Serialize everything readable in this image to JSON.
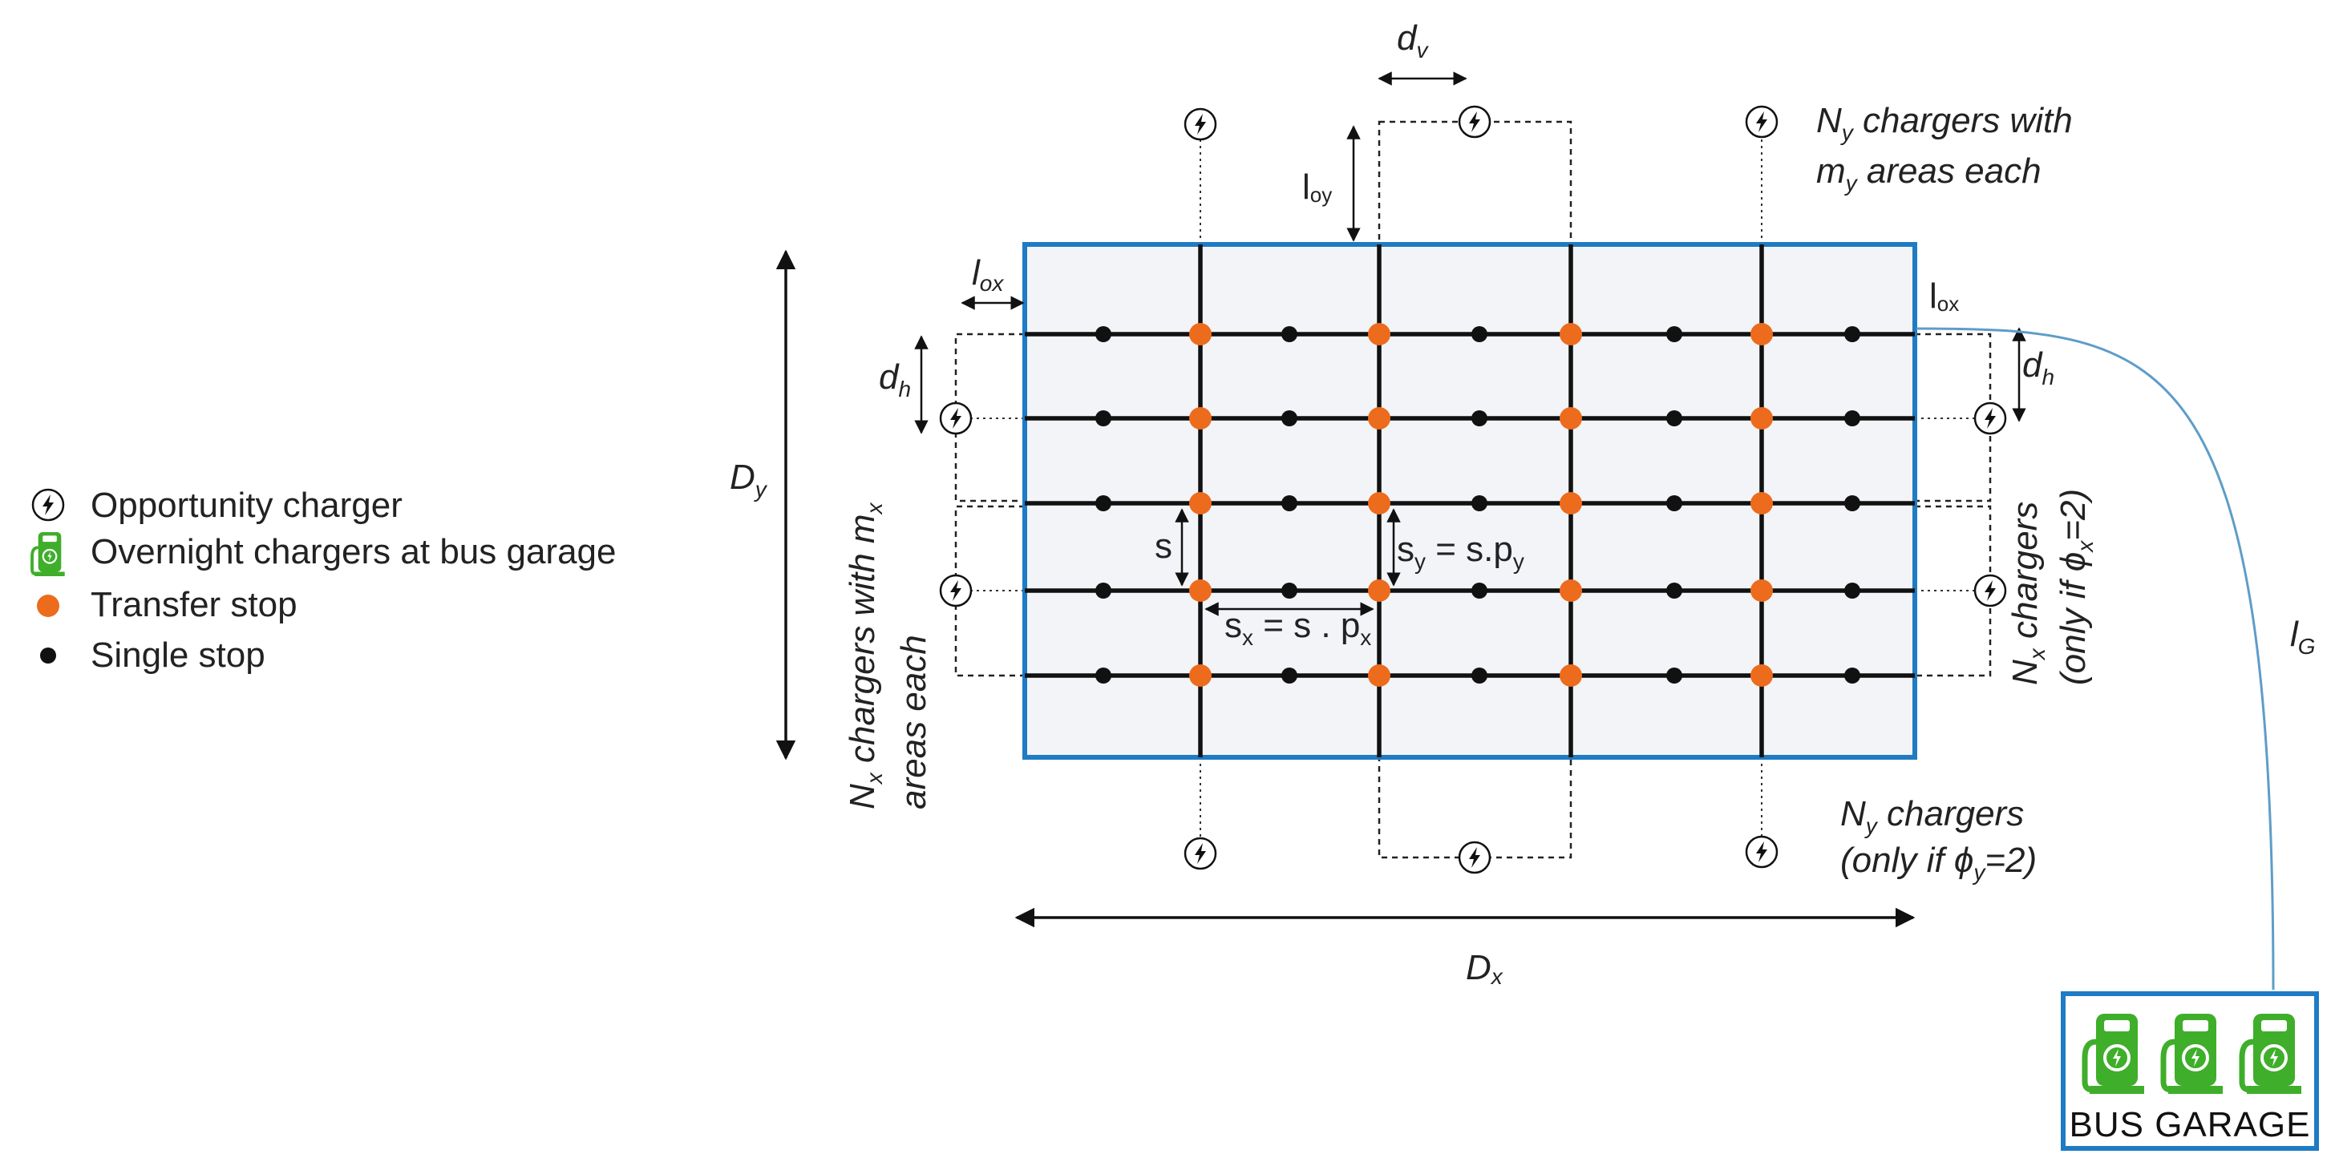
{
  "colors": {
    "service_area_fill": "#f2f4f7",
    "service_area_border": "#1f7bc4",
    "transfer_stop": "#ed6b1c",
    "single_stop": "#111111",
    "charger_green": "#3fae2a",
    "garage_border": "#1f7bc4",
    "garage_line": "#5e9dc8"
  },
  "legend": {
    "opportunity_charger": "Opportunity charger",
    "overnight_chargers": "Overnight chargers at bus garage",
    "transfer_stop": "Transfer stop",
    "single_stop": "Single stop"
  },
  "labels": {
    "d_v": "d",
    "d_v_sub": "v",
    "l_oy": "l",
    "l_oy_sub": "oy",
    "l_ox_left": "l",
    "l_ox_left_sub": "ox",
    "l_ox_right": "l",
    "l_ox_right_sub": "ox",
    "d_h_left": "d",
    "d_h_left_sub": "h",
    "d_h_right": "d",
    "d_h_right_sub": "h",
    "D_y": "D",
    "D_y_sub": "y",
    "D_x": "D",
    "D_x_sub": "x",
    "s": "s",
    "s_y_a": "s",
    "s_y_a_sub": "y",
    "s_y_b": " = s.p",
    "s_y_b_sub": "y",
    "s_x_a": "s",
    "s_x_a_sub": "x",
    "s_x_b": " = s . p",
    "s_x_b_sub": "x",
    "l_G": "l",
    "l_G_sub": "G",
    "top_chargers_1a": "N",
    "top_chargers_1a_sub": "y",
    "top_chargers_1b": " chargers with",
    "top_chargers_2a": "m",
    "top_chargers_2a_sub": "y",
    "top_chargers_2b": " areas each",
    "bottom_chargers_1a": "N",
    "bottom_chargers_1a_sub": "y",
    "bottom_chargers_1b": " chargers",
    "bottom_chargers_2a": "(only if ",
    "bottom_chargers_2b": "ϕ",
    "bottom_chargers_2b_sub": "y",
    "bottom_chargers_2c": "=2)",
    "left_chargers_1a": "N",
    "left_chargers_1a_sub": "x",
    "left_chargers_1b": " chargers with m",
    "left_chargers_1b_sub": "x",
    "left_chargers_2": "areas each",
    "right_chargers_1a": "N",
    "right_chargers_1a_sub": "x",
    "right_chargers_1b": " chargers",
    "right_chargers_2a": "(only if ",
    "right_chargers_2b": "ϕ",
    "right_chargers_2b_sub": "x",
    "right_chargers_2c": "=2)",
    "bus_garage": "BUS GARAGE"
  }
}
